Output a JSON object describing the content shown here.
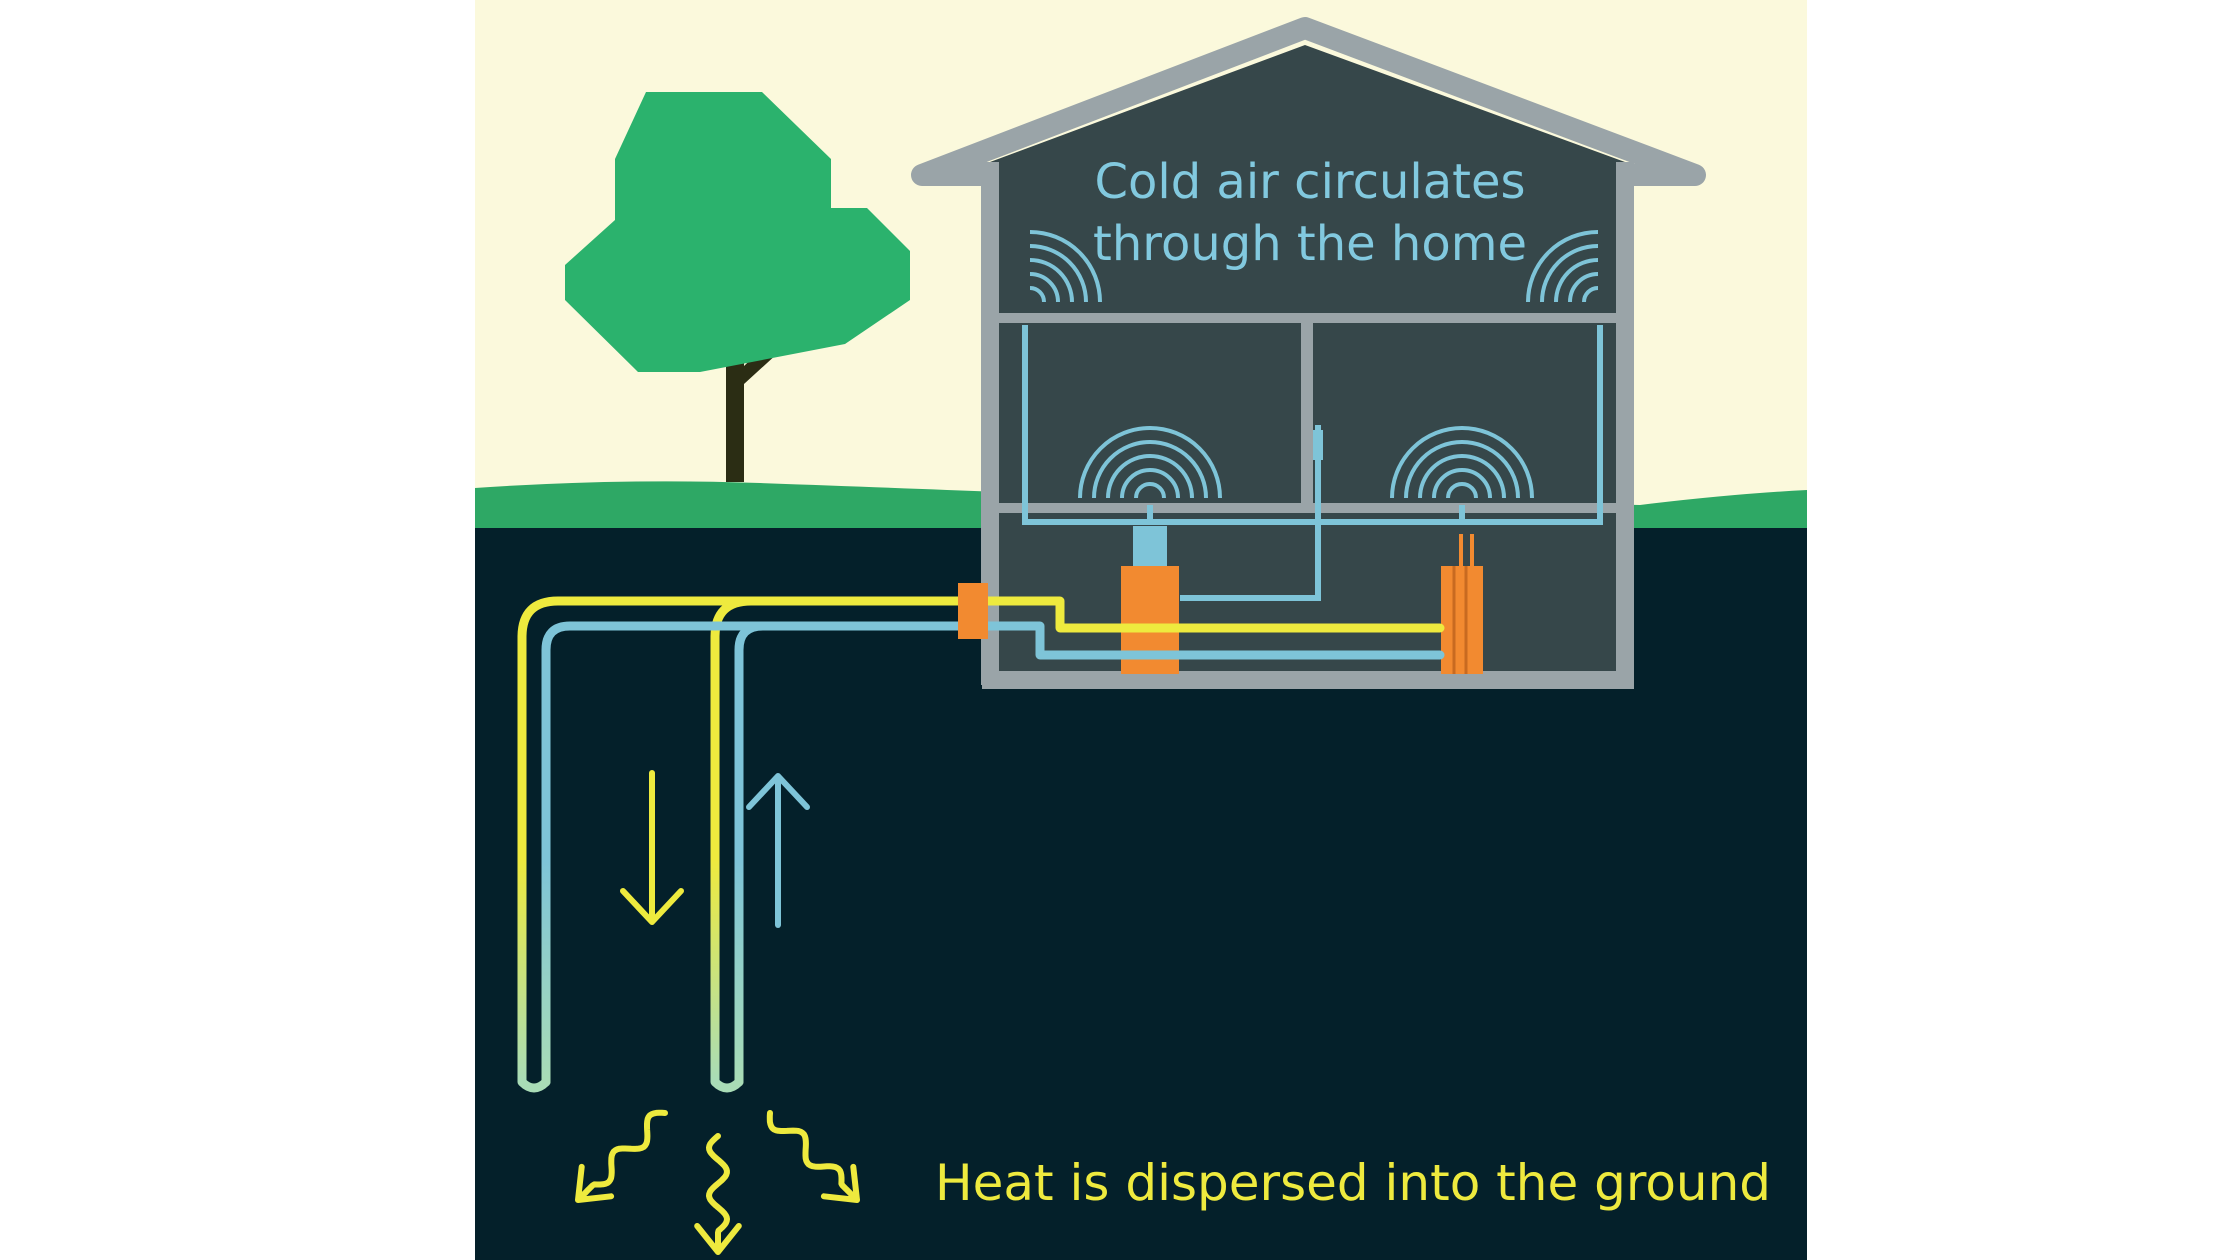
{
  "labels": {
    "house_text_line1": "Cold air circulates",
    "house_text_line2": "through the home",
    "ground_text": "Heat is dispersed into the ground"
  },
  "colors": {
    "sky": "#fbf9dc",
    "grass": "#2ea865",
    "ground": "#04202a",
    "house_interior": "#36474a",
    "house_frame": "#9aa4a8",
    "tree_foliage": "#2bb26d",
    "tree_trunk": "#2b2d14",
    "pipe_hot": "#eeea3e",
    "pipe_cold": "#7ec4d8",
    "pipe_bottom": "#a9dcb6",
    "unit": "#f28a30",
    "house_text": "#82c9df",
    "ground_text": "#eeea3e"
  },
  "icons": {
    "vent_waves": "air-vent-icon",
    "down_arrow": "arrow-down-icon",
    "up_arrow": "arrow-up-icon",
    "heat_arrows": "squiggly-heat-arrow-icon"
  }
}
